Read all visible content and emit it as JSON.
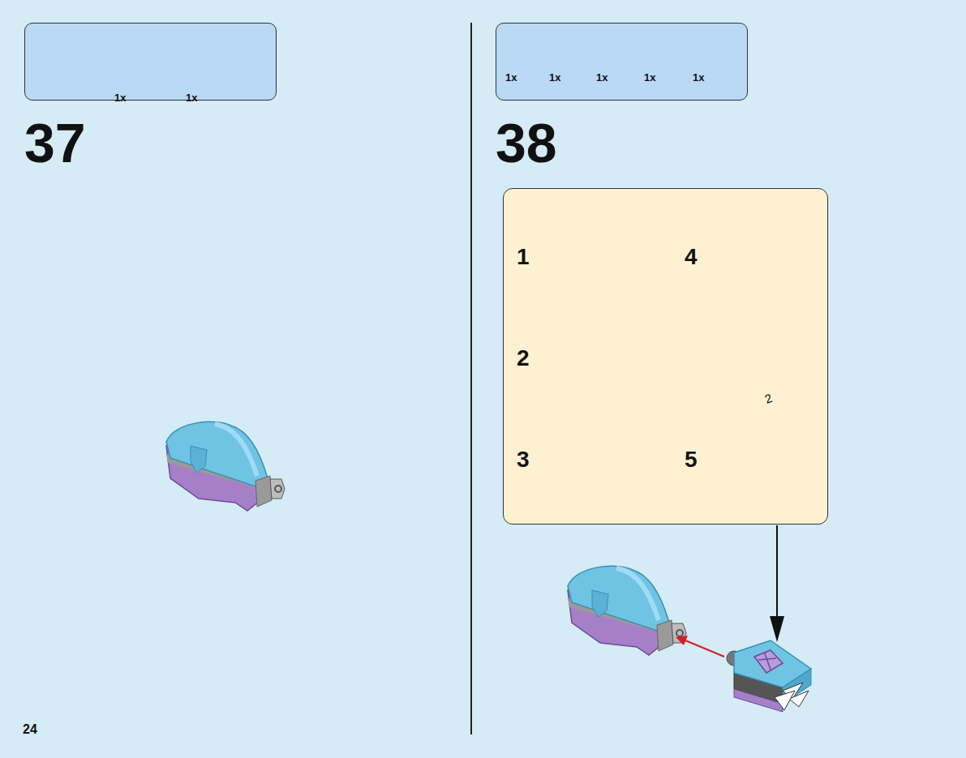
{
  "diagram": {
    "nodes": [
      {
        "text": [
          "1x",
          "1x"
        ]
      },
      {
        "text": [
          "1x",
          "1x",
          "1x",
          "1x",
          "1x"
        ]
      },
      {
        "text": [
          "1",
          "2",
          "3",
          "4",
          "5"
        ]
      }
    ],
    "labels": [
      "37",
      "38",
      "2",
      "24"
    ]
  }
}
